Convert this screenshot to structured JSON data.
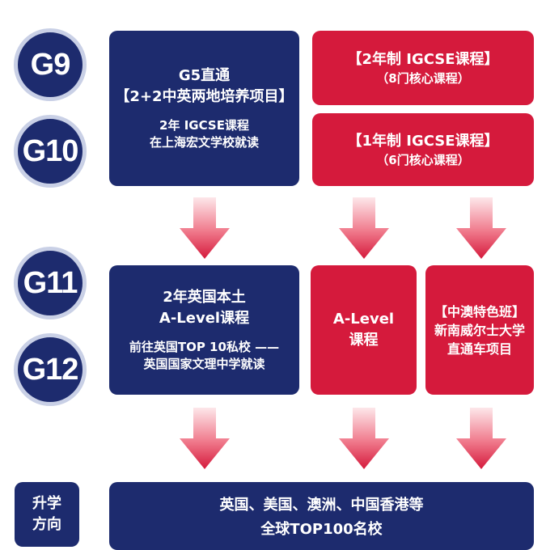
{
  "grades": {
    "g9": "G9",
    "g10": "G10",
    "g11": "G11",
    "g12": "G12"
  },
  "box_g5": {
    "title": "G5直通",
    "subtitle": "【2+2中英两地培养项目】",
    "line1": "2年 IGCSE课程",
    "line2": "在上海宏文学校就读"
  },
  "box_igcse2": {
    "line1": "【2年制 IGCSE课程】",
    "line2": "（8门核心课程）"
  },
  "box_igcse1": {
    "line1": "【1年制 IGCSE课程】",
    "line2": "（6门核心课程）"
  },
  "box_uk": {
    "line1": "2年英国本土",
    "line2": "A-Level课程",
    "line3": "前往英国TOP 10私校 ——",
    "line4": "英国国家文理中学就读"
  },
  "box_alevel": {
    "line1": "A-Level",
    "line2": "课程"
  },
  "box_aus": {
    "line1": "【中澳特色班】",
    "line2": "新南威尔士大学",
    "line3": "直通车项目"
  },
  "destination": {
    "tag_line1": "升学",
    "tag_line2": "方向",
    "line1": "英国、美国、澳洲、中国香港等",
    "line2": "全球TOP100名校"
  },
  "colors": {
    "navy": "#1d2b6e",
    "red": "#d51a3c",
    "circle_ring": "#c9d0e6",
    "arrow_top": "#fbe3e6",
    "arrow_bottom": "#d51a3c"
  }
}
